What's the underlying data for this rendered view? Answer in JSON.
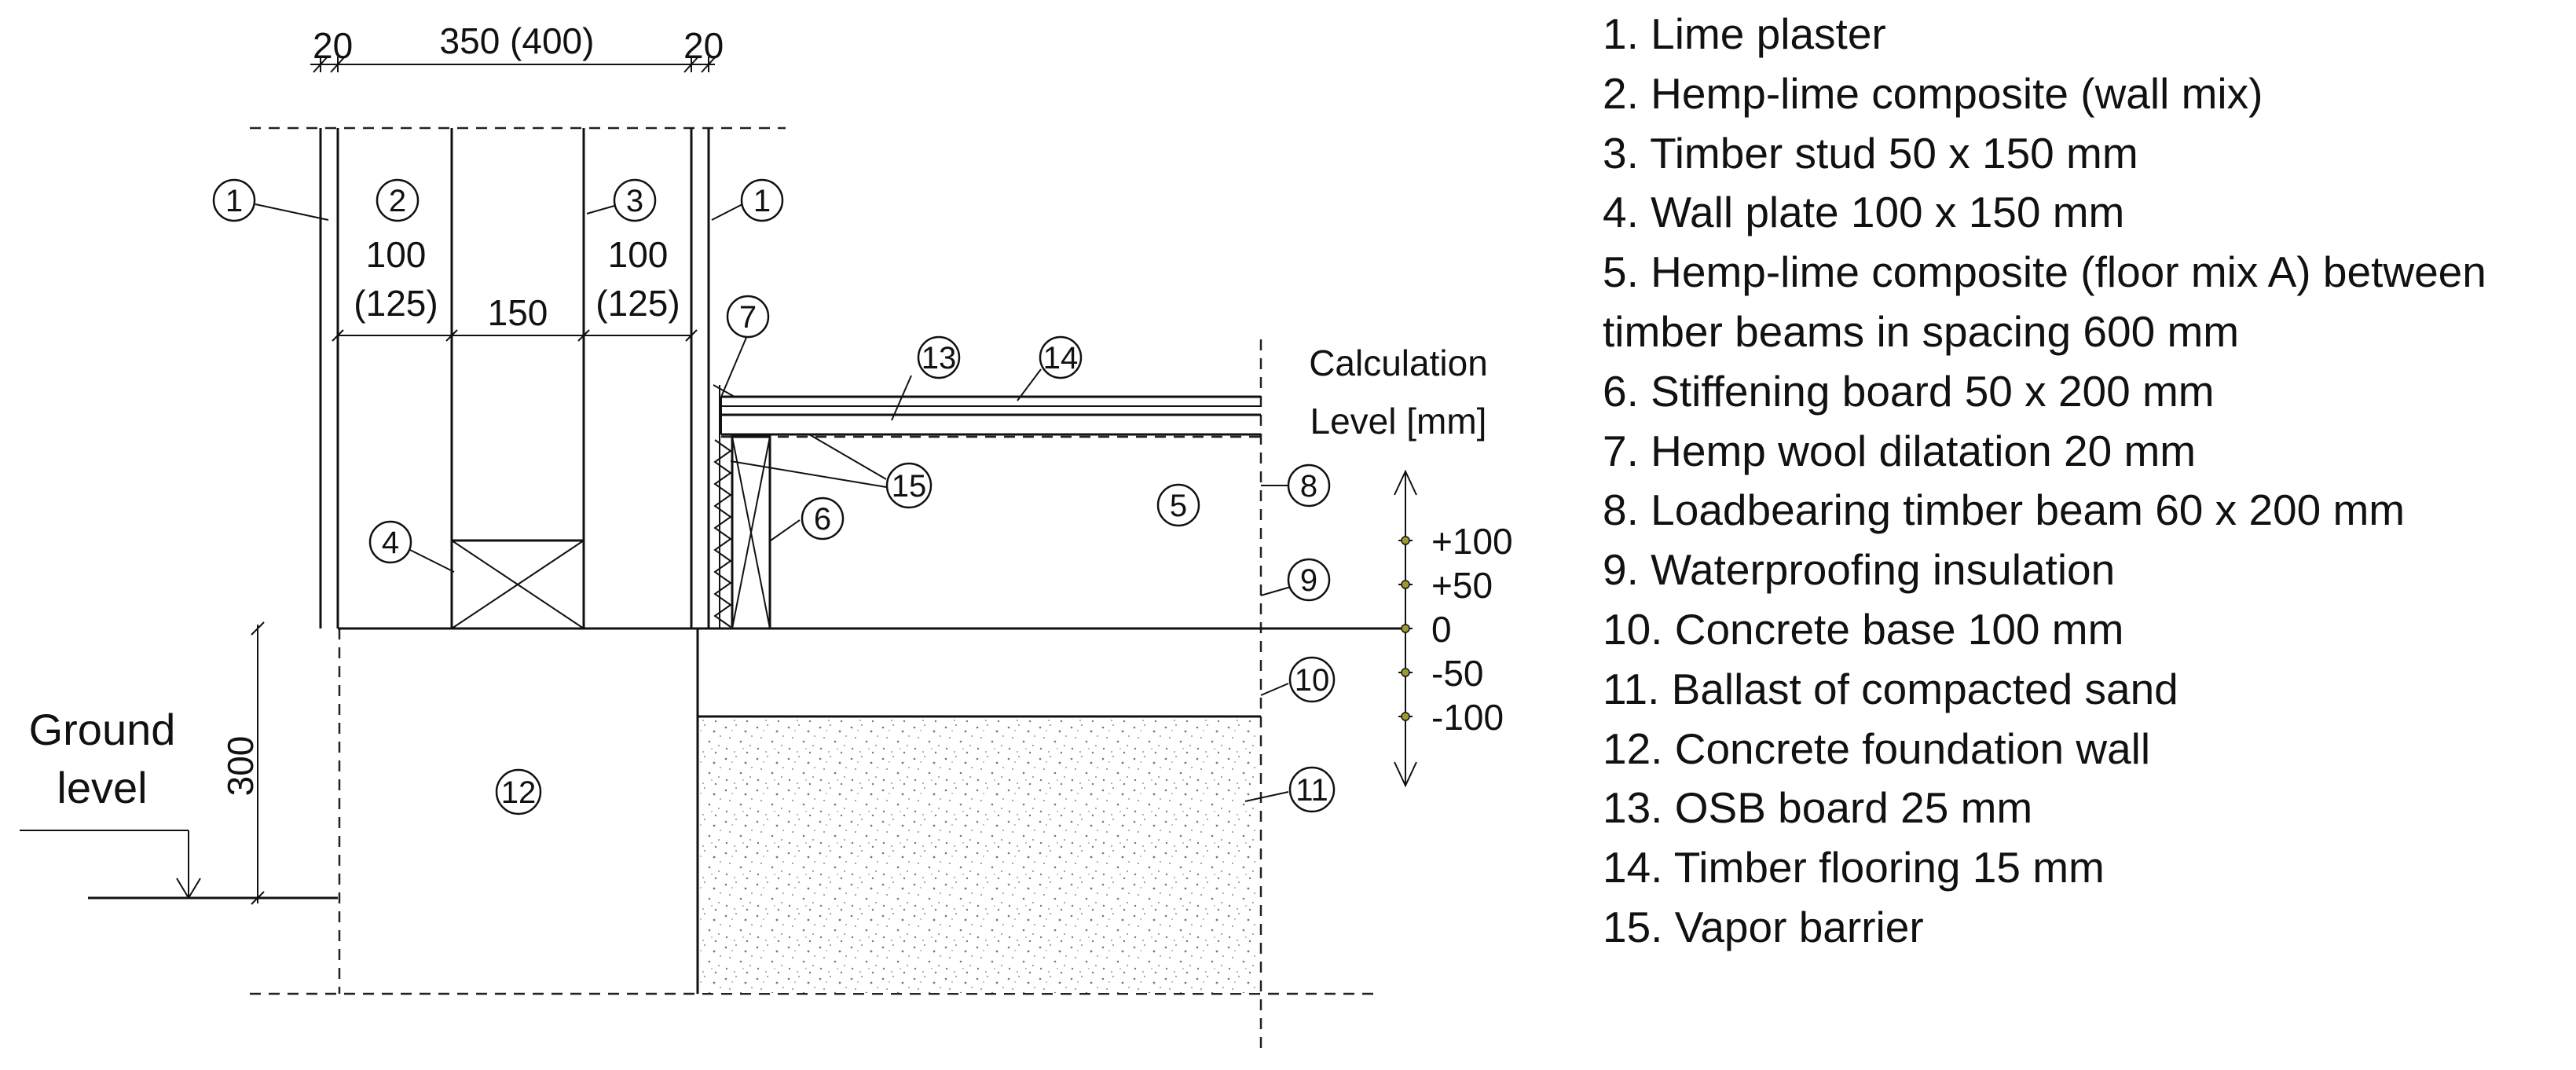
{
  "dimensions": {
    "left_cover": "20",
    "total_width": "350 (400)",
    "right_cover": "20",
    "infill_left": "100",
    "infill_left_alt": "(125)",
    "stud_width": "150",
    "infill_right": "100",
    "infill_right_alt": "(125)",
    "ground_offset": "300"
  },
  "ground_label": [
    "Ground",
    "level"
  ],
  "calculation_level": {
    "title_line1": "Calculation",
    "title_line2": "Level [mm]",
    "ticks": [
      "+100",
      "+50",
      "0",
      "-50",
      "-100"
    ]
  },
  "callouts": {
    "c1a": "1",
    "c1b": "1",
    "c2": "2",
    "c3": "3",
    "c4": "4",
    "c5": "5",
    "c6": "6",
    "c7": "7",
    "c8": "8",
    "c9": "9",
    "c10": "10",
    "c11": "11",
    "c12": "12",
    "c13": "13",
    "c14": "14",
    "c15": "15"
  },
  "legend": [
    "1. Lime plaster",
    "2. Hemp-lime composite (wall mix)",
    "3. Timber stud 50 x 150 mm",
    "4. Wall plate 100 x 150 mm",
    "5. Hemp-lime composite (floor mix A) between timber beams in spacing 600 mm",
    "6. Stiffening board 50 x 200 mm",
    "7. Hemp wool dilatation 20 mm",
    "8. Loadbearing timber beam 60 x 200 mm",
    "9. Waterproofing insulation",
    "10. Concrete base 100 mm",
    "11. Ballast of compacted sand",
    "12. Concrete foundation wall",
    "13. OSB board 25 mm",
    "14. Timber flooring 15 mm",
    "15. Vapor barrier"
  ]
}
